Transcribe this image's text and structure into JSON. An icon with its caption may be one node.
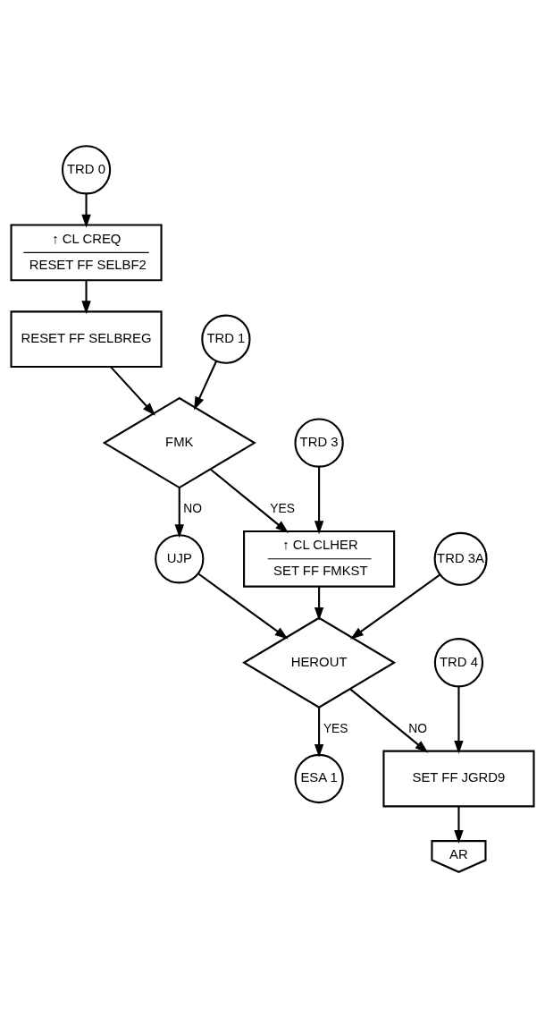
{
  "diagram": {
    "nodes": [
      {
        "text": [
          "TRD 0"
        ]
      },
      {
        "text": [
          "↑ CL CREQ",
          "RESET FF SELBF2"
        ]
      },
      {
        "text": [
          "RESET FF SELBREG"
        ]
      },
      {
        "text": [
          "TRD 1"
        ]
      },
      {
        "text": [
          "TRD 3"
        ]
      },
      {
        "text": [
          "FMK"
        ]
      },
      {
        "text": [
          "↑ CL CLHER",
          "SET FF FMKST"
        ]
      },
      {
        "text": [
          "UJP"
        ]
      },
      {
        "text": [
          "TRD 3A"
        ]
      },
      {
        "text": [
          "HEROUT"
        ]
      },
      {
        "text": [
          "ESA 1"
        ]
      },
      {
        "text": [
          "TRD 4"
        ]
      },
      {
        "text": [
          "SET FF JGRD9"
        ]
      },
      {
        "text": [
          "AR"
        ]
      }
    ],
    "edges": [
      {
        "from": 0,
        "to": 1,
        "arrow": "to"
      },
      {
        "from": 1,
        "to": 2,
        "arrow": "to"
      },
      {
        "from": 2,
        "to": 5,
        "arrow": "to"
      },
      {
        "from": 3,
        "to": 5,
        "arrow": "to"
      },
      {
        "from": 5,
        "to": 6,
        "label": "YES",
        "arrow": "to"
      },
      {
        "from": 4,
        "to": 6,
        "arrow": "to"
      },
      {
        "from": 5,
        "to": 7,
        "label": "NO",
        "arrow": "to"
      },
      {
        "from": 6,
        "to": 9,
        "arrow": "to"
      },
      {
        "from": 7,
        "to": 9,
        "arrow": "to"
      },
      {
        "from": 8,
        "to": 9,
        "arrow": "to"
      },
      {
        "from": 9,
        "to": 10,
        "label": "YES",
        "arrow": "to"
      },
      {
        "from": 9,
        "to": 12,
        "label": "NO",
        "arrow": "to"
      },
      {
        "from": 11,
        "to": 12,
        "arrow": "to"
      },
      {
        "from": 12,
        "to": 13,
        "arrow": "to"
      }
    ]
  }
}
